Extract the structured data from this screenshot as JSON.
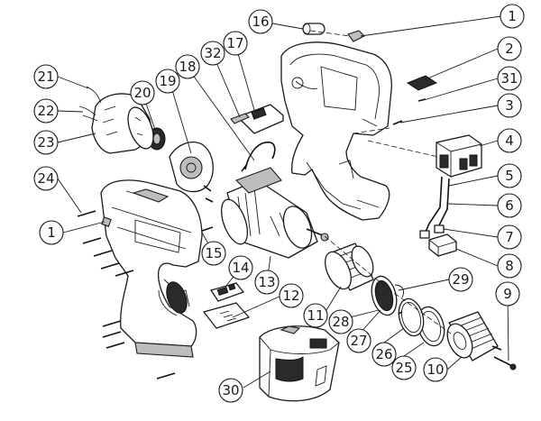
{
  "callouts": [
    {
      "label": "1"
    },
    {
      "label": "2"
    },
    {
      "label": "31"
    },
    {
      "label": "3"
    },
    {
      "label": "4"
    },
    {
      "label": "5"
    },
    {
      "label": "6"
    },
    {
      "label": "7"
    },
    {
      "label": "8"
    },
    {
      "label": "9"
    },
    {
      "label": "29"
    },
    {
      "label": "10"
    },
    {
      "label": "25"
    },
    {
      "label": "26"
    },
    {
      "label": "27"
    },
    {
      "label": "28"
    },
    {
      "label": "11"
    },
    {
      "label": "12"
    },
    {
      "label": "13"
    },
    {
      "label": "14"
    },
    {
      "label": "30"
    },
    {
      "label": "15"
    },
    {
      "label": "16"
    },
    {
      "label": "17"
    },
    {
      "label": "32"
    },
    {
      "label": "18"
    },
    {
      "label": "19"
    },
    {
      "label": "20"
    },
    {
      "label": "21"
    },
    {
      "label": "22"
    },
    {
      "label": "23"
    },
    {
      "label": "24"
    },
    {
      "label": "1"
    }
  ]
}
